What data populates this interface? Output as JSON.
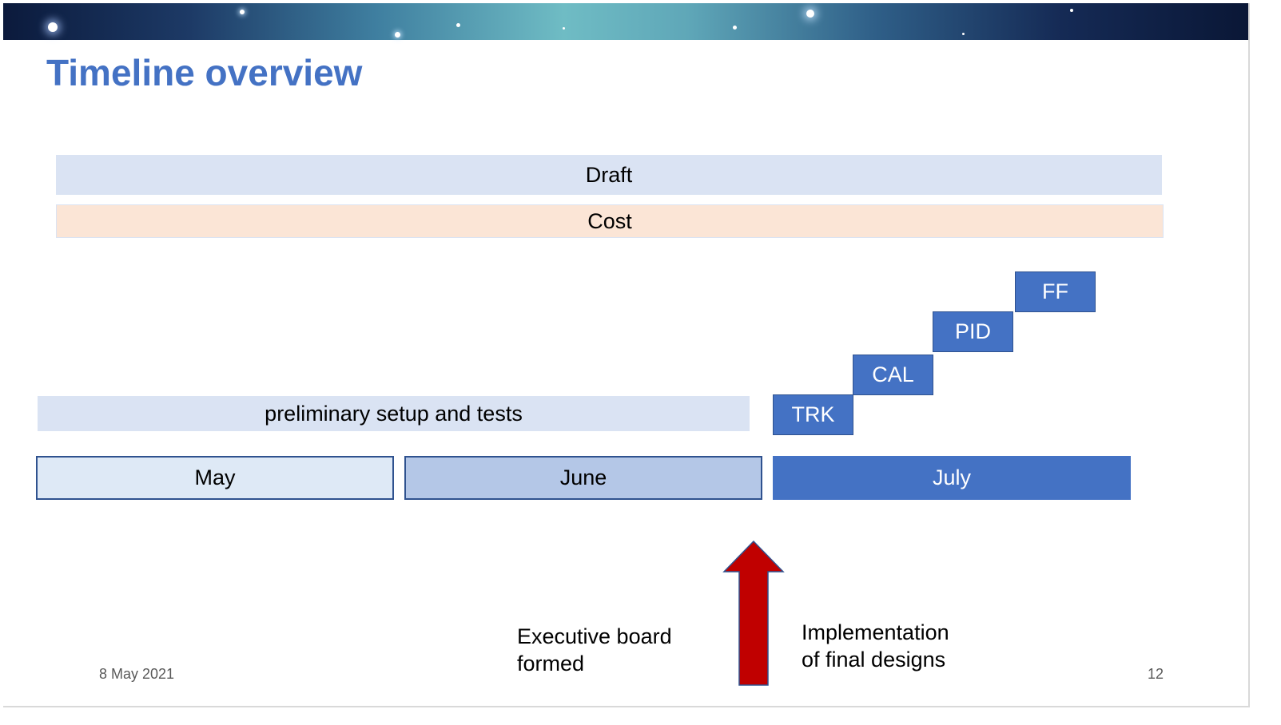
{
  "slide": {
    "title": "Timeline overview",
    "date": "8 May 2021",
    "page_number": "12"
  },
  "bars": {
    "draft": "Draft",
    "cost": "Cost",
    "preliminary": "preliminary setup and tests"
  },
  "tasks": [
    "TRK",
    "CAL",
    "PID",
    "FF"
  ],
  "months": [
    "May",
    "June",
    "July"
  ],
  "notes": {
    "executive_board": "Executive board\nformed",
    "implementation": "Implementation\nof final designs"
  },
  "colors": {
    "title": "#4472c4",
    "light_bar": "#dae3f3",
    "cost_bar": "#fbe5d6",
    "task": "#4472c4",
    "arrow": "#c00000"
  }
}
